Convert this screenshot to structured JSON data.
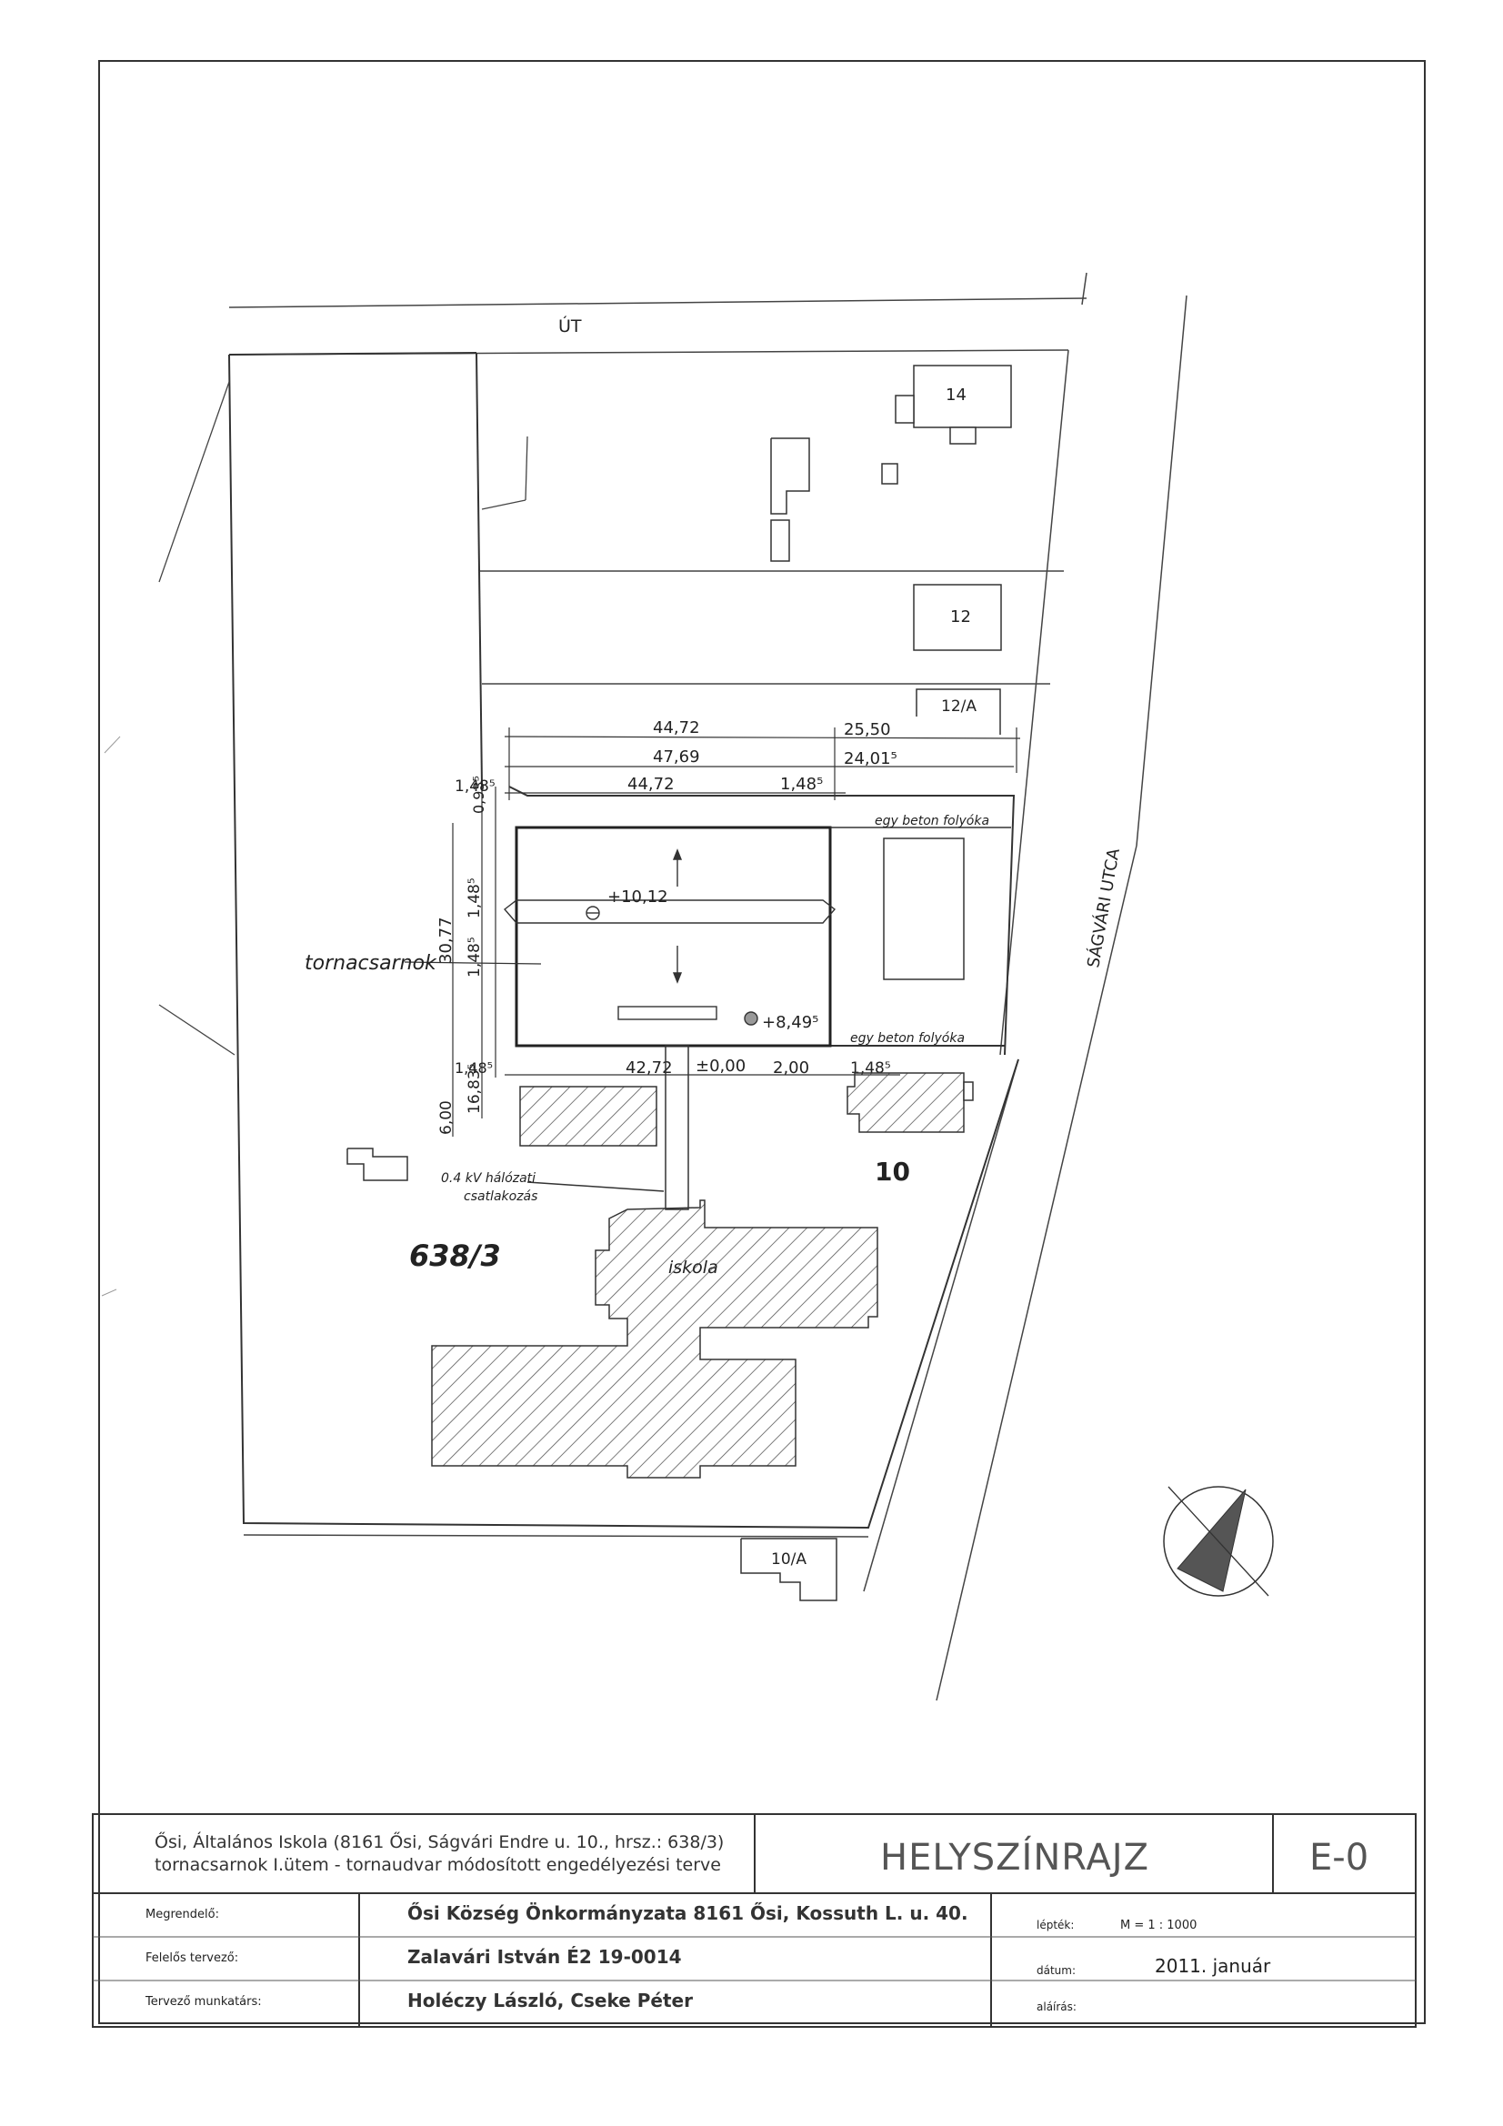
{
  "site": {
    "road_top": "ÚT",
    "street_right": "SÁGVÁRI UTCA",
    "parcel_number": "638/3",
    "house_numbers": [
      "14",
      "12",
      "12/A",
      "10",
      "10/A"
    ],
    "building_gym": "tornacsarnok",
    "building_school": "iskola",
    "gutter_top": "egy beton folyóka",
    "gutter_bottom": "egy beton folyóka",
    "connection_line1": "0.4 kV hálózati",
    "connection_line2": "csatlakozás"
  },
  "dimensions": {
    "top_row1_left": "44,72",
    "top_row1_right": "25,50",
    "top_row2_left": "47,69",
    "top_row2_right": "24,01⁵",
    "top_row3_left": "44,72",
    "top_row3_right": "1,48⁵",
    "left_small_top": "1,48⁵",
    "left_offset": "0,93⁵",
    "left_total": "30,77",
    "left_a": "1,48⁵",
    "left_b": "1,48⁵",
    "left_c": "16,83⁵",
    "left_d": "1,48⁵",
    "left_e": "6,00",
    "bottom_main": "42,72",
    "bottom_zero": "±0,00",
    "bottom_mid": "2,00",
    "bottom_right": "1,48⁵",
    "level_ridge": "+10,12",
    "level_eave": "+8,49⁵"
  },
  "title_block": {
    "project_line1": "Ősi, Általános Iskola (8161 Ősi, Ságvári Endre u. 10.,  hrsz.: 638/3)",
    "project_line2": "tornacsarnok I.ütem - tornaudvar módosított engedélyezési terve",
    "drawing_title": "HELYSZÍNRAJZ",
    "drawing_number": "E-0",
    "client_label": "Megrendelő:",
    "client_value": "Ősi Község Önkormányzata 8161 Ősi, Kossuth L. u. 40.",
    "designer_label": "Felelős tervező:",
    "designer_value": "Zalavári István É2 19-0014",
    "staff_label": "Tervező munkatárs:",
    "staff_value": "Holéczy László, Cseke Péter",
    "scale_label": "lépték:",
    "scale_value": "M = 1 : 1000",
    "date_label": "dátum:",
    "date_value": "2011. január",
    "signature_label": "aláírás:"
  }
}
